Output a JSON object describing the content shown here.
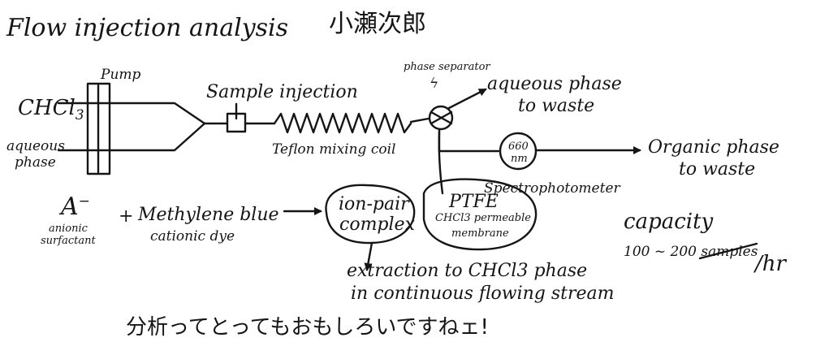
{
  "title": "Flow injection analysis",
  "author": "小瀬次郎",
  "labels": {
    "pump": "Pump",
    "chcl3": "CHCl",
    "chcl3_sub": "3",
    "aqueous": "aqueous",
    "phase": "phase",
    "sample_injection": "Sample injection",
    "phase_separator": "phase separator",
    "separator_mark": "ϟ",
    "aqueous_waste_1": "aqueous phase",
    "aqueous_waste_2": "to waste",
    "teflon_coil": "Teflon mixing coil",
    "detector_1": "660",
    "detector_2": "nm",
    "spectrophotometer": "Spectrophotometer",
    "organic_waste_1": "Organic phase",
    "organic_waste_2": "to waste"
  },
  "reaction": {
    "anion": "A",
    "anion_charge": "−",
    "anion_desc_1": "anionic",
    "anion_desc_2": "surfactant",
    "plus": "+",
    "dye": "Methylene blue",
    "dye_desc": "cationic dye",
    "complex_1": "ion-pair",
    "complex_2": "complex",
    "membrane_1": "PTFE",
    "membrane_2": "CHCl3 permeable",
    "membrane_3": "membrane",
    "extraction_1": "extraction to CHCl3 phase",
    "extraction_2": "in continuous flowing stream"
  },
  "capacity": {
    "label": "capacity",
    "value": "100 ~ 200 samples",
    "unit": "/hr"
  },
  "closing": "分析ってとってもおもしろいですねェ!"
}
